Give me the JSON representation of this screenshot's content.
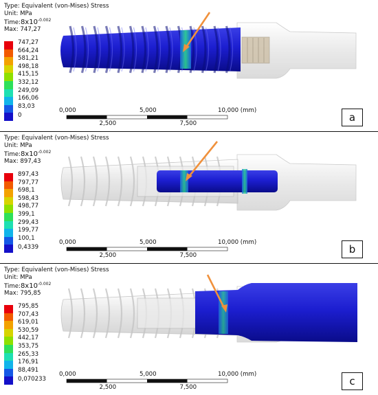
{
  "panels": [
    {
      "id": "a",
      "label": "a",
      "type_text": "Type: Equivalent (von-Mises) Stress",
      "unit_text": "Unit: MPa",
      "time_prefix": "Time:",
      "time_value": "8x10",
      "time_exp": "-0.002",
      "max_text": "Max: 747,27",
      "legend": [
        "747,27",
        "664,24",
        "581,21",
        "498,18",
        "415,15",
        "332,12",
        "249,09",
        "166,06",
        "83,03",
        "0"
      ],
      "scale_top": [
        "0,000",
        "5,000",
        "10,000 (mm)"
      ],
      "scale_bottom": [
        "2,500",
        "7,500"
      ]
    },
    {
      "id": "b",
      "label": "b",
      "type_text": "Type: Equivalent (von-Mises) Stress",
      "unit_text": "Unit: MPa",
      "time_prefix": "Time:",
      "time_value": "8x10",
      "time_exp": "-0.002",
      "max_text": "Max: 897,43",
      "legend": [
        "897,43",
        "797,77",
        "698,1",
        "598,43",
        "498,77",
        "399,1",
        "299,43",
        "199,77",
        "100,1",
        "0,4339"
      ],
      "scale_top": [
        "0,000",
        "5,000",
        "10,000 (mm)"
      ],
      "scale_bottom": [
        "2,500",
        "7,500"
      ]
    },
    {
      "id": "c",
      "label": "c",
      "type_text": "Type: Equivalent (von-Mises) Stress",
      "unit_text": "Unit: MPa",
      "time_prefix": "Time:",
      "time_value": "8x10",
      "time_exp": "-0.002",
      "max_text": "Max: 795,85",
      "legend": [
        "795,85",
        "707,43",
        "619,01",
        "530,59",
        "442,17",
        "353,75",
        "265,33",
        "176,91",
        "88,491",
        "0,070233"
      ],
      "scale_top": [
        "0,000",
        "5,000",
        "10,000 (mm)"
      ],
      "scale_bottom": [
        "2,500",
        "7,500"
      ]
    }
  ],
  "colors": {
    "legend_scale": [
      "#e8000b",
      "#f25a00",
      "#f3a200",
      "#d7d400",
      "#8fe000",
      "#2ee05a",
      "#1ee0b2",
      "#11b4ea",
      "#1558e6",
      "#1410c8"
    ],
    "stress_low": "#1c1ed0",
    "stress_hot": "#2ee08a",
    "arrow": "#f0913c",
    "ghost": "#e3e3e3"
  }
}
